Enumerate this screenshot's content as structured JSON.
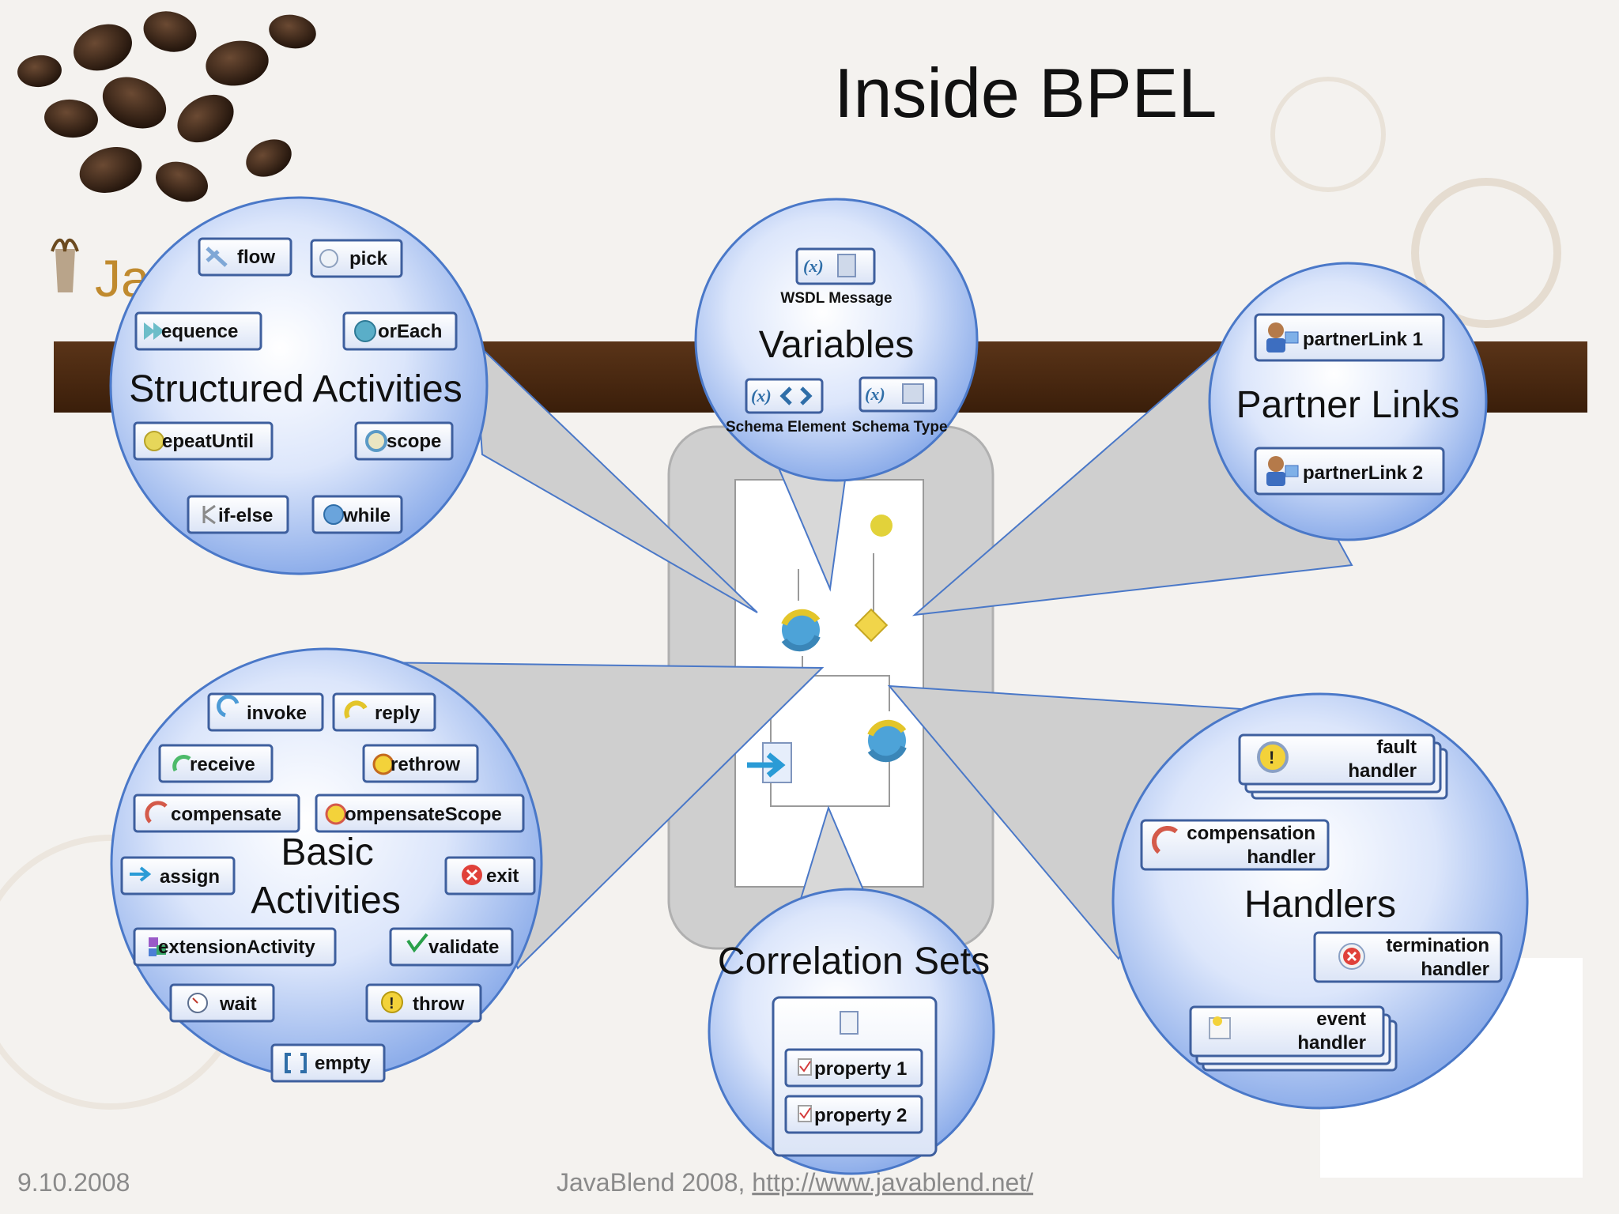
{
  "slide": {
    "title": "Inside BPEL",
    "footer_date": "9.10.2008",
    "footer_event": "JavaBlend 2008, ",
    "footer_link": "http://www.javablend.net/",
    "logo_partial": "Ja"
  },
  "structured": {
    "heading": "Structured Activities",
    "chips": [
      "flow",
      "pick",
      "sequence",
      "forEach",
      "repeatUntil",
      "scope",
      "if-else",
      "while"
    ],
    "chip_shown": [
      "flow",
      "pick",
      "equence",
      "orEach",
      "epeatUntil",
      "scope",
      "if-else",
      "while"
    ]
  },
  "variables": {
    "heading": "Variables",
    "wsdl_label": "WSDL Message",
    "schema_element_label": "Schema Element",
    "schema_type_label": "Schema Type",
    "var_glyph": "(x)"
  },
  "partner_links": {
    "heading": "Partner Links",
    "items": [
      "partnerLink 1",
      "partnerLink 2"
    ]
  },
  "basic": {
    "heading_line1": "Basic",
    "heading_line2": "Activities",
    "chip_shown": [
      "invoke",
      "reply",
      "receive",
      "rethrow",
      "compensate",
      "ompensateScope",
      "assign",
      "exit",
      "extensionActivity",
      "validate",
      "wait",
      "throw",
      "empty"
    ]
  },
  "correlation": {
    "heading": "Correlation Sets",
    "items_shown": [
      "property 1",
      "property 2"
    ]
  },
  "handlers": {
    "heading": "Handlers",
    "fault": [
      "fault",
      "handler"
    ],
    "compensation": [
      "compensation",
      "handler"
    ],
    "termination": [
      "termination",
      "handler"
    ],
    "event": [
      "event",
      "handler"
    ]
  },
  "colors": {
    "bubble_edge": "#4a78c8",
    "bubble_fill_center": "#ffffff",
    "bubble_fill_edge": "#93b3ee",
    "brown_band": "#4a2a12",
    "chip_border": "#3e5f9e",
    "callout_gray": "#c9c9c9"
  },
  "icons": [
    "flow-icon",
    "pick-icon",
    "sequence-icon",
    "foreach-icon",
    "repeat-icon",
    "scope-icon",
    "ifelse-icon",
    "while-icon",
    "variable-icon",
    "partner-icon",
    "invoke-icon",
    "reply-icon",
    "receive-icon",
    "rethrow-icon",
    "compensate-icon",
    "assign-icon",
    "exit-icon",
    "extension-icon",
    "validate-icon",
    "wait-icon",
    "throw-icon",
    "empty-icon",
    "property-icon",
    "handler-icon"
  ]
}
